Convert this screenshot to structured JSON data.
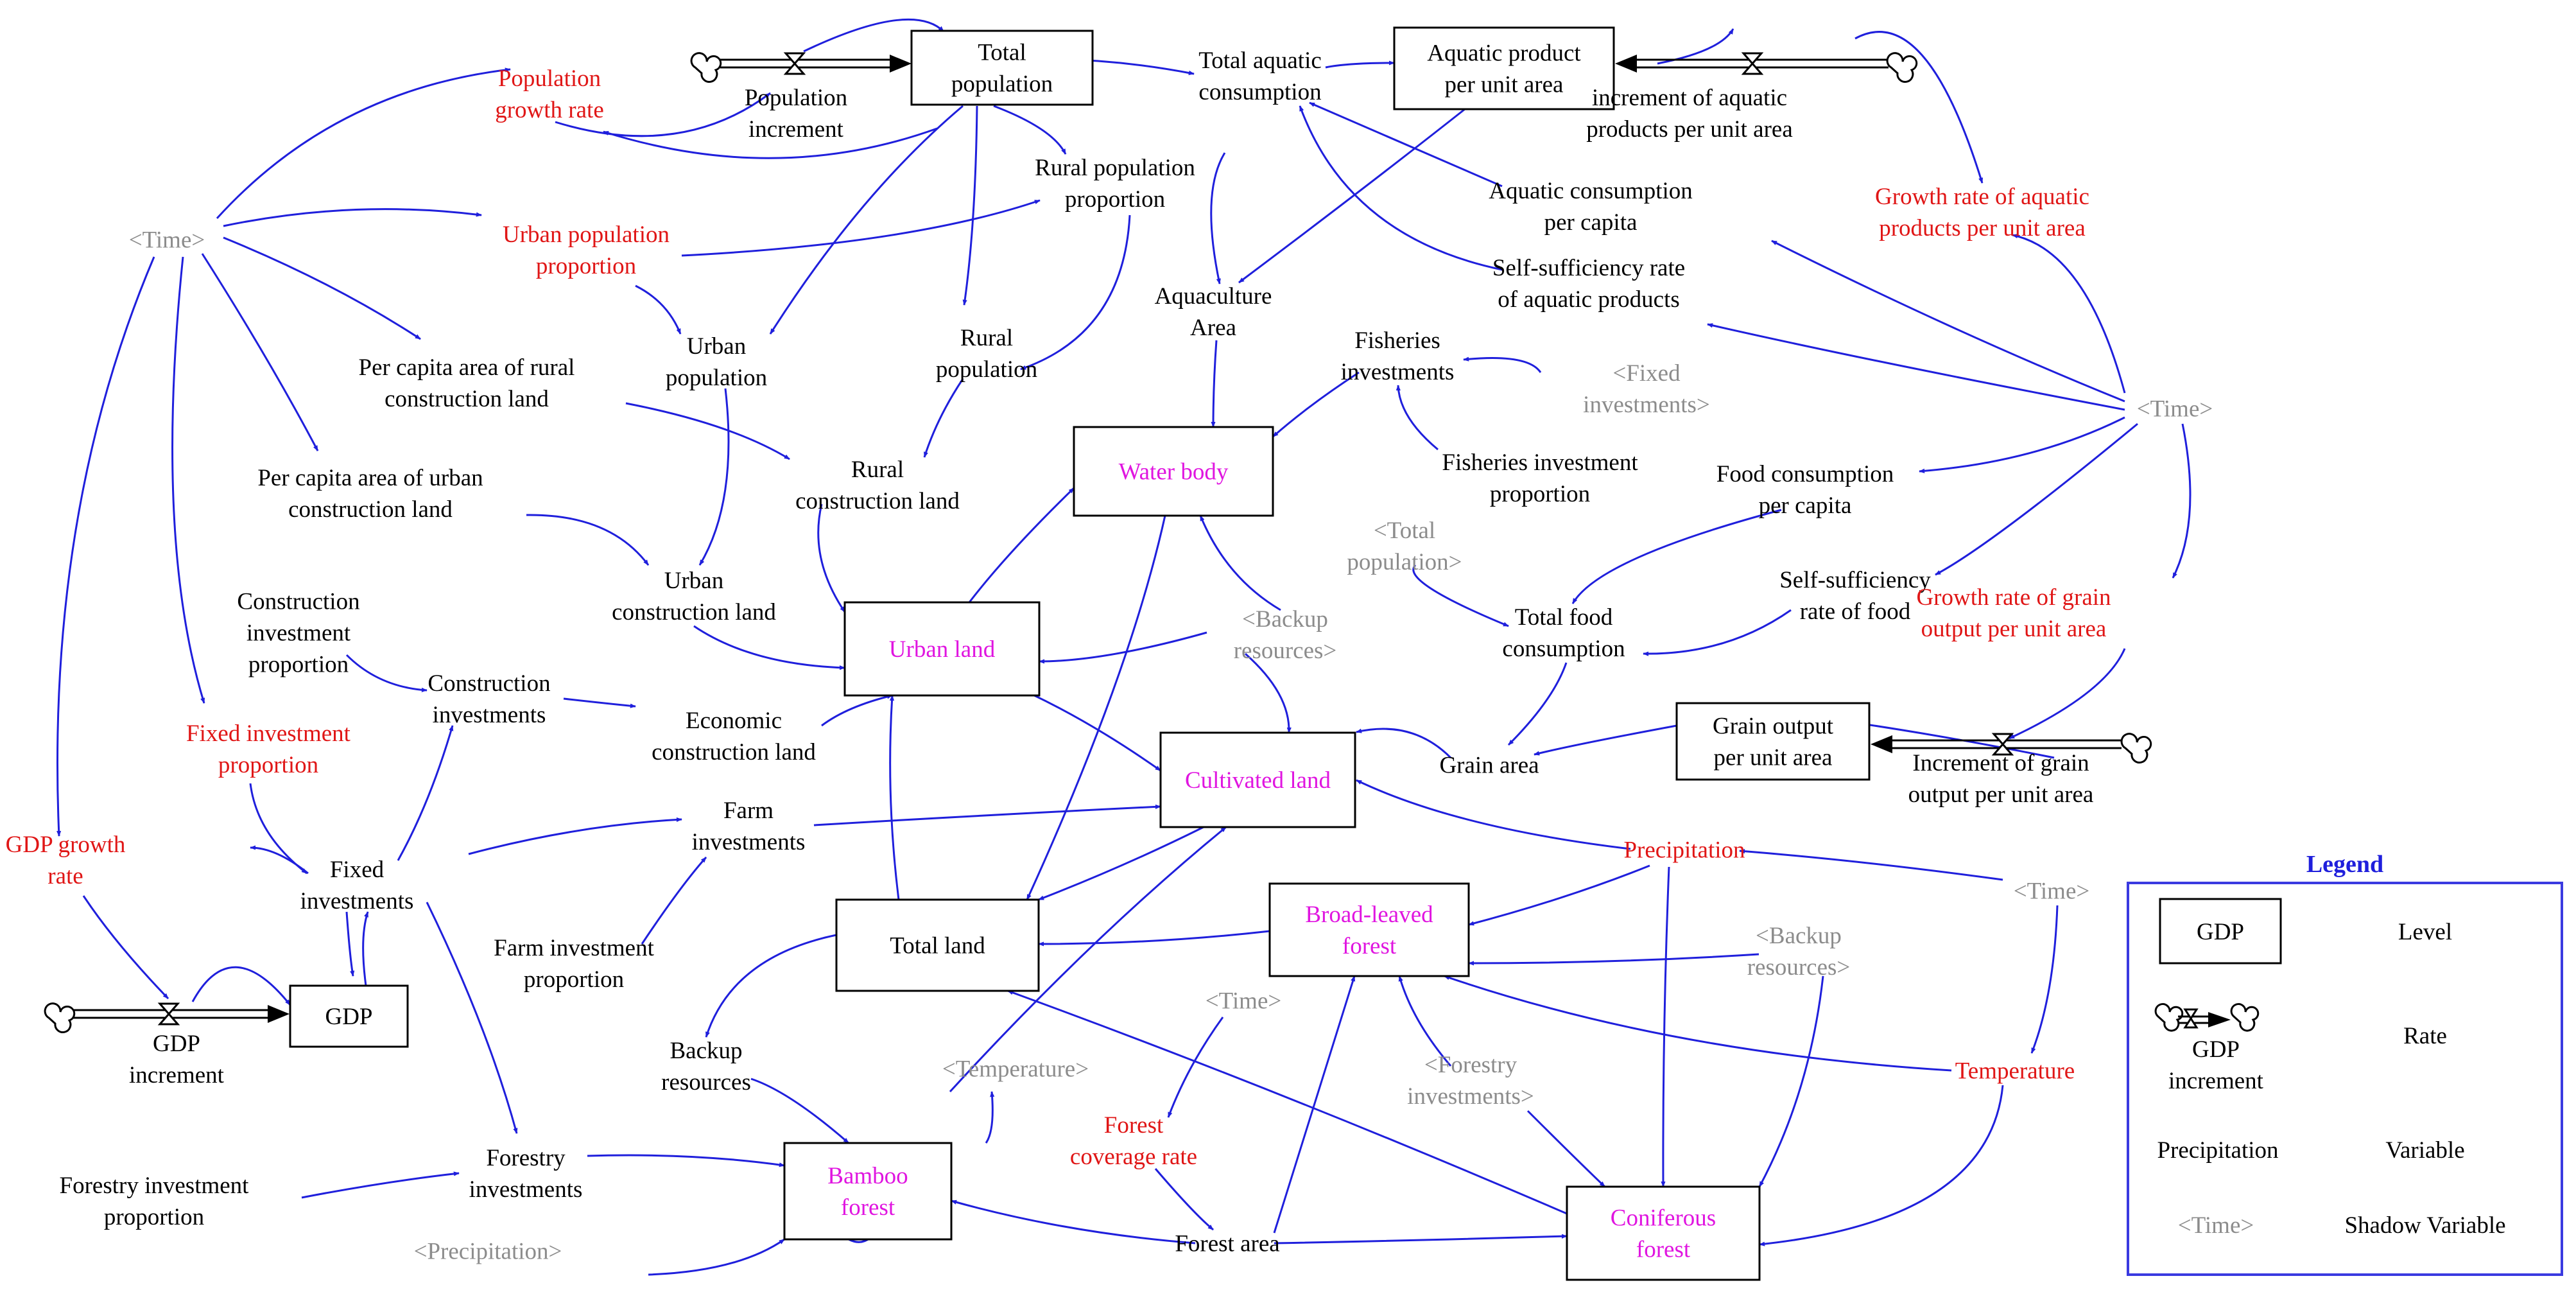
{
  "colors": {
    "arrow": "#1f1fdc",
    "variable": "#000000",
    "policy": "#e01616",
    "land_stock": "#e015e0",
    "shadow": "#8c8c8c",
    "box_border": "#000000",
    "legend_title": "#1f1fdc",
    "legend_border": "#3a3ae0"
  },
  "stocks": {
    "total_population": [
      "Total",
      "population"
    ],
    "aquatic_product_per_unit_area": [
      "Aquatic product",
      "per unit area"
    ],
    "water_body": [
      "Water body"
    ],
    "urban_land": [
      "Urban land"
    ],
    "cultivated_land": [
      "Cultivated land"
    ],
    "total_land": [
      "Total land"
    ],
    "broad_leaved_forest": [
      "Broad-leaved",
      "forest"
    ],
    "bamboo_forest": [
      "Bamboo",
      "forest"
    ],
    "coniferous_forest": [
      "Coniferous",
      "forest"
    ],
    "gdp": [
      "GDP"
    ],
    "grain_output_per_unit_area": [
      "Grain output",
      "per unit area"
    ]
  },
  "rates": {
    "population_increment": [
      "Population",
      "increment"
    ],
    "increment_of_aquatic_products": [
      "increment of aquatic",
      "products per unit area"
    ],
    "increment_of_grain_output": [
      "Increment of grain",
      "output per unit area"
    ],
    "gdp_increment": [
      "GDP",
      "increment"
    ]
  },
  "variables": {
    "total_aquatic_consumption": [
      "Total aquatic",
      "consumption"
    ],
    "aquatic_consumption_per_capita": [
      "Aquatic consumption",
      "per capita"
    ],
    "self_sufficiency_aquatic": [
      "Self-sufficiency rate",
      "of aquatic products"
    ],
    "aquaculture_area": [
      "Aquaculture",
      "Area"
    ],
    "rural_population_proportion": [
      "Rural population",
      "proportion"
    ],
    "rural_population": [
      "Rural",
      "population"
    ],
    "urban_population": [
      "Urban",
      "population"
    ],
    "per_capita_rural_land": [
      "Per capita area of rural",
      "construction land"
    ],
    "per_capita_urban_land": [
      "Per capita area of urban",
      "construction land"
    ],
    "rural_construction_land": [
      "Rural",
      "construction land"
    ],
    "urban_construction_land": [
      "Urban",
      "construction land"
    ],
    "construction_investment_proportion": [
      "Construction",
      "investment",
      "proportion"
    ],
    "construction_investments": [
      "Construction",
      "investments"
    ],
    "economic_construction_land": [
      "Economic",
      "construction land"
    ],
    "fisheries_investments": [
      "Fisheries",
      "investments"
    ],
    "fisheries_investment_proportion": [
      "Fisheries investment",
      "proportion"
    ],
    "food_consumption_per_capita": [
      "Food consumption",
      "per capita"
    ],
    "total_food_consumption": [
      "Total food",
      "consumption"
    ],
    "self_sufficiency_food": [
      "Self-sufficiency",
      "rate of food"
    ],
    "grain_area": [
      "Grain area"
    ],
    "farm_investments": [
      "Farm",
      "investments"
    ],
    "farm_investment_proportion": [
      "Farm investment",
      "proportion"
    ],
    "fixed_investments": [
      "Fixed",
      "investments"
    ],
    "backup_resources": [
      "Backup",
      "resources"
    ],
    "forestry_investments": [
      "Forestry",
      "investments"
    ],
    "forestry_investment_proportion": [
      "Forestry investment",
      "proportion"
    ],
    "forest_area": [
      "Forest area"
    ]
  },
  "policy_variables": {
    "population_growth_rate": [
      "Population",
      "growth rate"
    ],
    "urban_population_proportion": [
      "Urban population",
      "proportion"
    ],
    "fixed_investment_proportion": [
      "Fixed investment",
      "proportion"
    ],
    "gdp_growth_rate": [
      "GDP growth",
      "rate"
    ],
    "growth_rate_aquatic": [
      "Growth rate of aquatic",
      "products per unit area"
    ],
    "growth_rate_grain": [
      "Growth rate of grain",
      "output per unit area"
    ],
    "precipitation": [
      "Precipitation"
    ],
    "temperature": [
      "Temperature"
    ],
    "forest_coverage_rate": [
      "Forest",
      "coverage rate"
    ]
  },
  "shadow_variables": {
    "time_left": [
      "<Time>"
    ],
    "time_right": [
      "<Time>"
    ],
    "time_lower_right": [
      "<Time>"
    ],
    "time_middle": [
      "<Time>"
    ],
    "fixed_investments_shadow": [
      "<Fixed",
      "investments>"
    ],
    "total_population_shadow": [
      "<Total",
      "population>"
    ],
    "backup_resources_shadow_1": [
      "<Backup",
      "resources>"
    ],
    "backup_resources_shadow_2": [
      "<Backup",
      "resources>"
    ],
    "temperature_shadow": [
      "<Temperature>"
    ],
    "forestry_investments_shadow": [
      "<Forestry",
      "investments>"
    ],
    "precipitation_shadow": [
      "<Precipitation>"
    ]
  },
  "legend": {
    "title": "Legend",
    "stock_sample": "GDP",
    "stock_label": "Level",
    "rate_sample": [
      "GDP",
      "increment"
    ],
    "rate_label": "Rate",
    "variable_sample": "Precipitation",
    "variable_label": "Variable",
    "shadow_sample": "<Time>",
    "shadow_label": "Shadow Variable"
  }
}
